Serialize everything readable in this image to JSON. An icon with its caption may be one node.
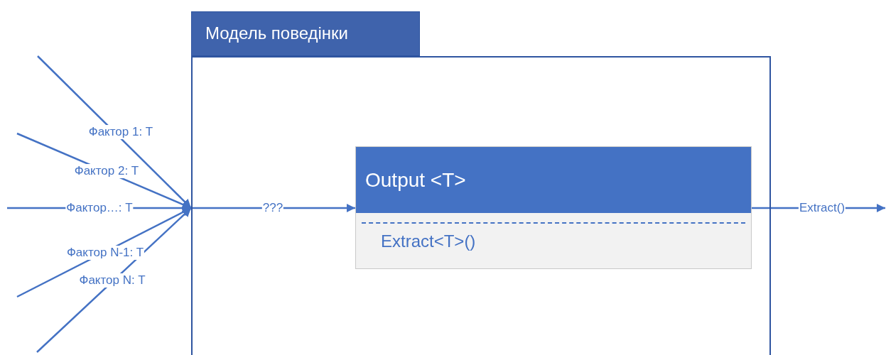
{
  "diagram": {
    "nodes": [
      {
        "text": [
          "Модель поведінки"
        ]
      },
      {
        "text": [
          "Output <T>",
          "Extract<T>()"
        ],
        "in": 0
      }
    ],
    "edges": [
      {
        "from": null,
        "to": 0,
        "label": "Фактор 1: T",
        "arrow": "to"
      },
      {
        "from": null,
        "to": 0,
        "label": "Фактор 2: T",
        "arrow": "to"
      },
      {
        "from": null,
        "to": 0,
        "label": "Фактор…: T",
        "arrow": "to"
      },
      {
        "from": null,
        "to": 0,
        "label": "Фактор N-1: T",
        "arrow": "to"
      },
      {
        "from": null,
        "to": 0,
        "label": "Фактор N: T",
        "arrow": "to"
      },
      {
        "from": 0,
        "to": 1,
        "label": "???",
        "arrow": "to"
      },
      {
        "from": 1,
        "to": null,
        "label": "Extract()",
        "arrow": "to"
      }
    ]
  }
}
